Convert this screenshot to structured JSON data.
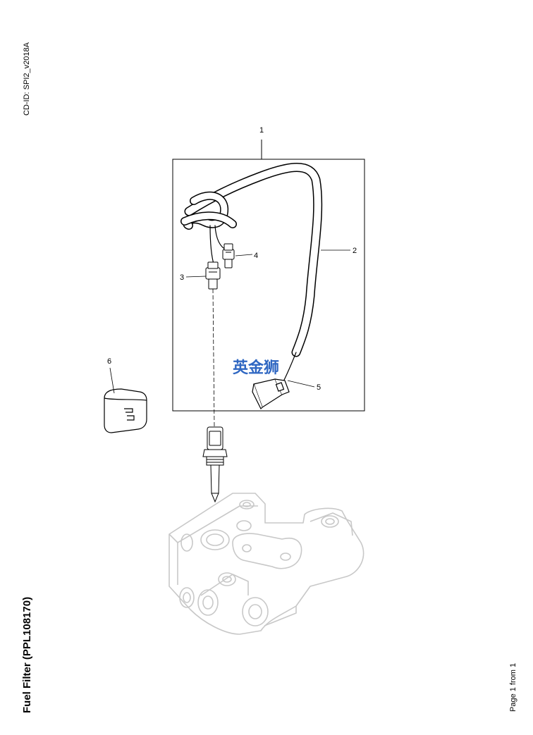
{
  "header": {
    "cd_id": "CD-ID: SPI2_v2018A"
  },
  "footer": {
    "title": "Fuel Filter (PPL108170)",
    "page_number": "Page 1 from 1"
  },
  "diagram": {
    "callouts": [
      "1",
      "2",
      "3",
      "4",
      "5",
      "6"
    ],
    "watermark": "英金狮",
    "colors": {
      "line": "#000000",
      "ghost_part": "#c8c8c8",
      "watermark": "#2f67c2"
    }
  }
}
